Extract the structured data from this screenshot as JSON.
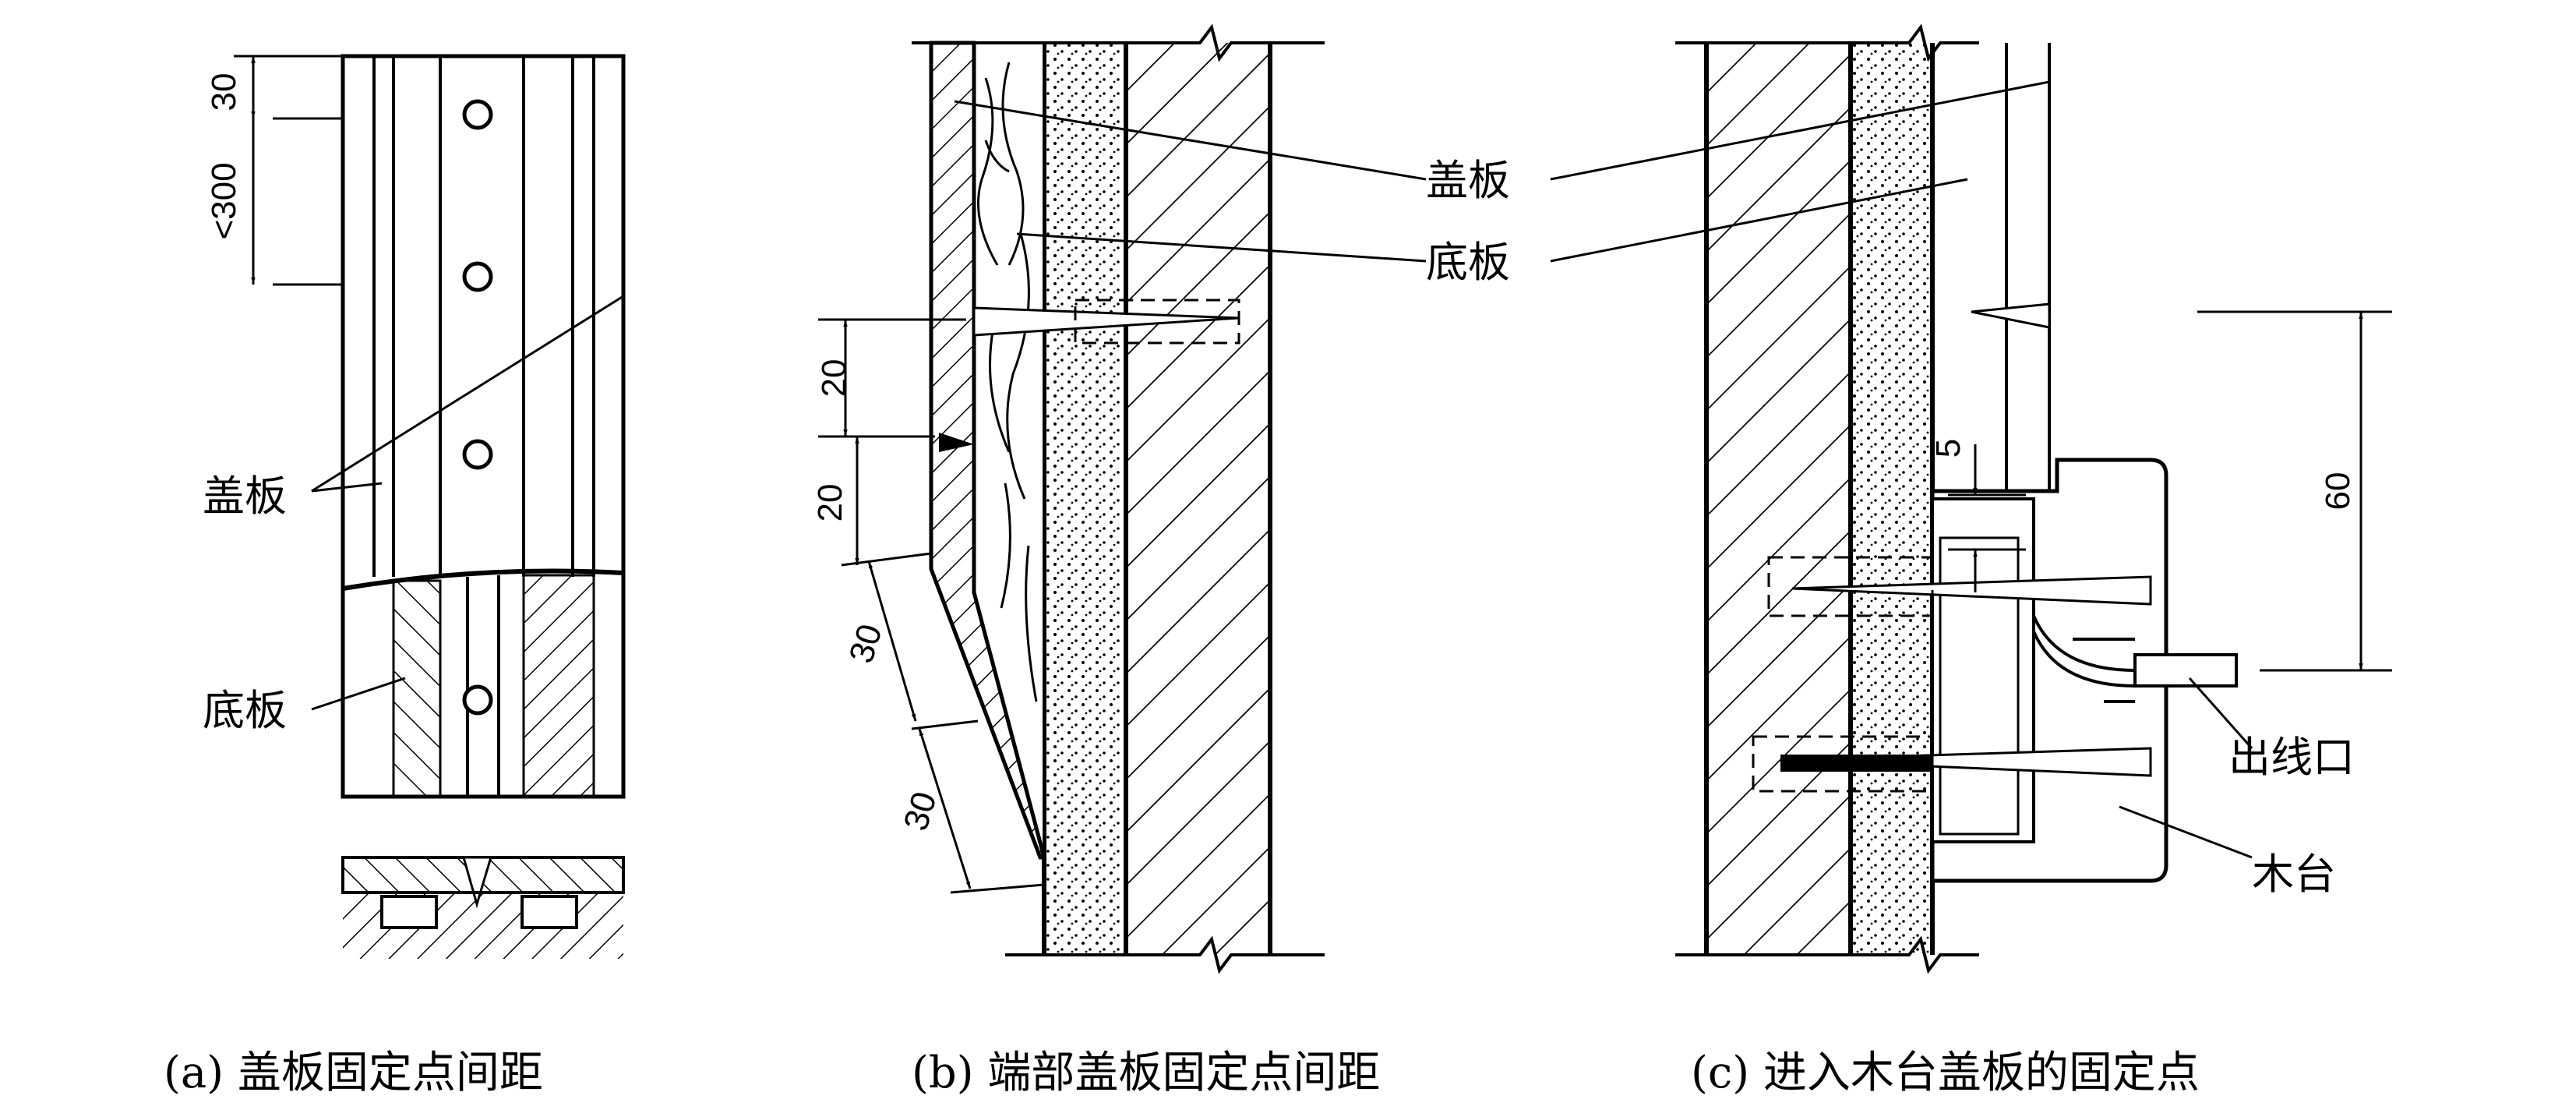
{
  "panels": {
    "a": {
      "caption": "(a) 盖板固定点间距",
      "labels": {
        "cover": "盖板",
        "base": "底板"
      },
      "dims": {
        "top": "30",
        "spacing": "<300"
      }
    },
    "b": {
      "caption": "(b) 端部盖板固定点间距",
      "labels": {
        "cover": "盖板",
        "base": "底板"
      },
      "dims": {
        "d1": "20",
        "d2": "20",
        "d3": "30",
        "d4": "30"
      }
    },
    "c": {
      "caption": "(c) 进入木台盖板的固定点",
      "labels": {
        "outlet": "出线口",
        "wood_block": "木台"
      },
      "dims": {
        "gap": "5",
        "height": "60"
      }
    }
  }
}
